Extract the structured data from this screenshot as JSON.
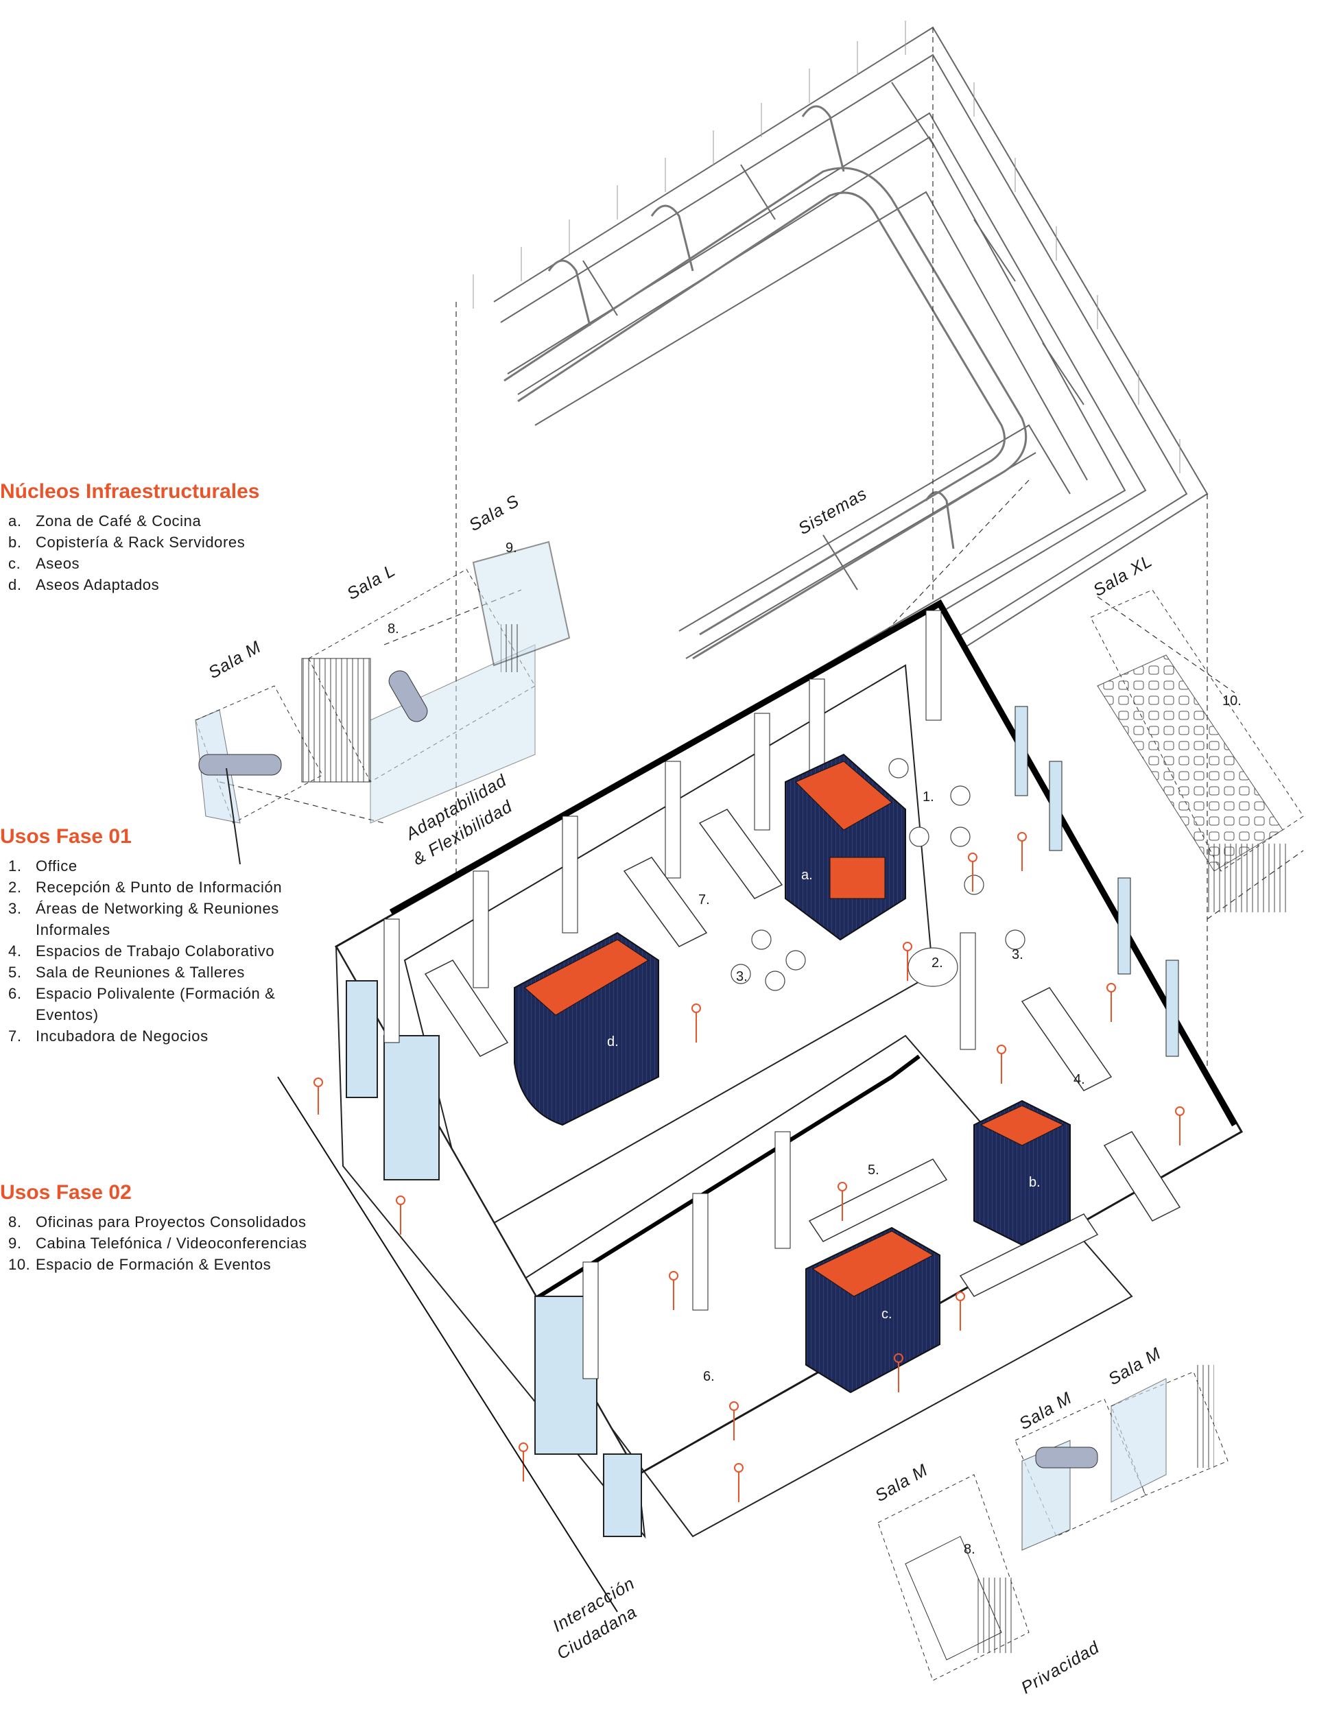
{
  "legend": {
    "groups": [
      {
        "title": "Núcleos Infraestructurales",
        "items": [
          {
            "marker": "a.",
            "text": "Zona de Café & Cocina"
          },
          {
            "marker": "b.",
            "text": "Copistería & Rack Servidores"
          },
          {
            "marker": "c.",
            "text": "Aseos"
          },
          {
            "marker": "d.",
            "text": "Aseos Adaptados"
          }
        ]
      },
      {
        "title": "Usos Fase 01",
        "items": [
          {
            "marker": "1.",
            "text": "Office"
          },
          {
            "marker": "2.",
            "text": "Recepción & Punto de Información"
          },
          {
            "marker": "3.",
            "text": "Áreas de Networking & Reuniones Informales"
          },
          {
            "marker": "4.",
            "text": "Espacios de Trabajo Colaborativo"
          },
          {
            "marker": "5.",
            "text": "Sala de Reuniones & Talleres"
          },
          {
            "marker": "6.",
            "text": "Espacio Polivalente (Formación & Eventos)"
          },
          {
            "marker": "7.",
            "text": "Incubadora de Negocios"
          }
        ]
      },
      {
        "title": "Usos Fase 02",
        "items": [
          {
            "marker": "8.",
            "text": "Oficinas para Proyectos Consolidados"
          },
          {
            "marker": "9.",
            "text": "Cabina Telefónica / Videoconferencias"
          },
          {
            "marker": "10.",
            "text": "Espacio de Formación & Eventos"
          }
        ]
      }
    ]
  },
  "labels": {
    "sistemas": "Sistemas",
    "sala_s": "Sala S",
    "sala_l": "Sala L",
    "sala_m_top": "Sala M",
    "sala_xl": "Sala XL",
    "adaptabilidad_1": "Adaptabilidad",
    "adaptabilidad_2": "& Flexibilidad",
    "interaccion_1": "Interacción",
    "interaccion_2": "Ciudadana",
    "sala_m_bottom": "Sala M",
    "sala_m_right1": "Sala M",
    "sala_m_right2": "Sala M",
    "privacidad": "Privacidad"
  },
  "plan_tags": {
    "n1": "1.",
    "n2": "2.",
    "n3a": "3.",
    "n3b": "3.",
    "n4": "4.",
    "n5": "5.",
    "n6": "6.",
    "n7": "7.",
    "n8a": "8.",
    "n8b": "8.",
    "n9": "9.",
    "n10": "10.",
    "ca": "a.",
    "cb": "b.",
    "cc": "c.",
    "cd": "d."
  },
  "colors": {
    "accent": "#e8552a",
    "core_navy": "#1e2a5a",
    "glass": "#cfe4f2",
    "line": "#1a1a1a"
  }
}
